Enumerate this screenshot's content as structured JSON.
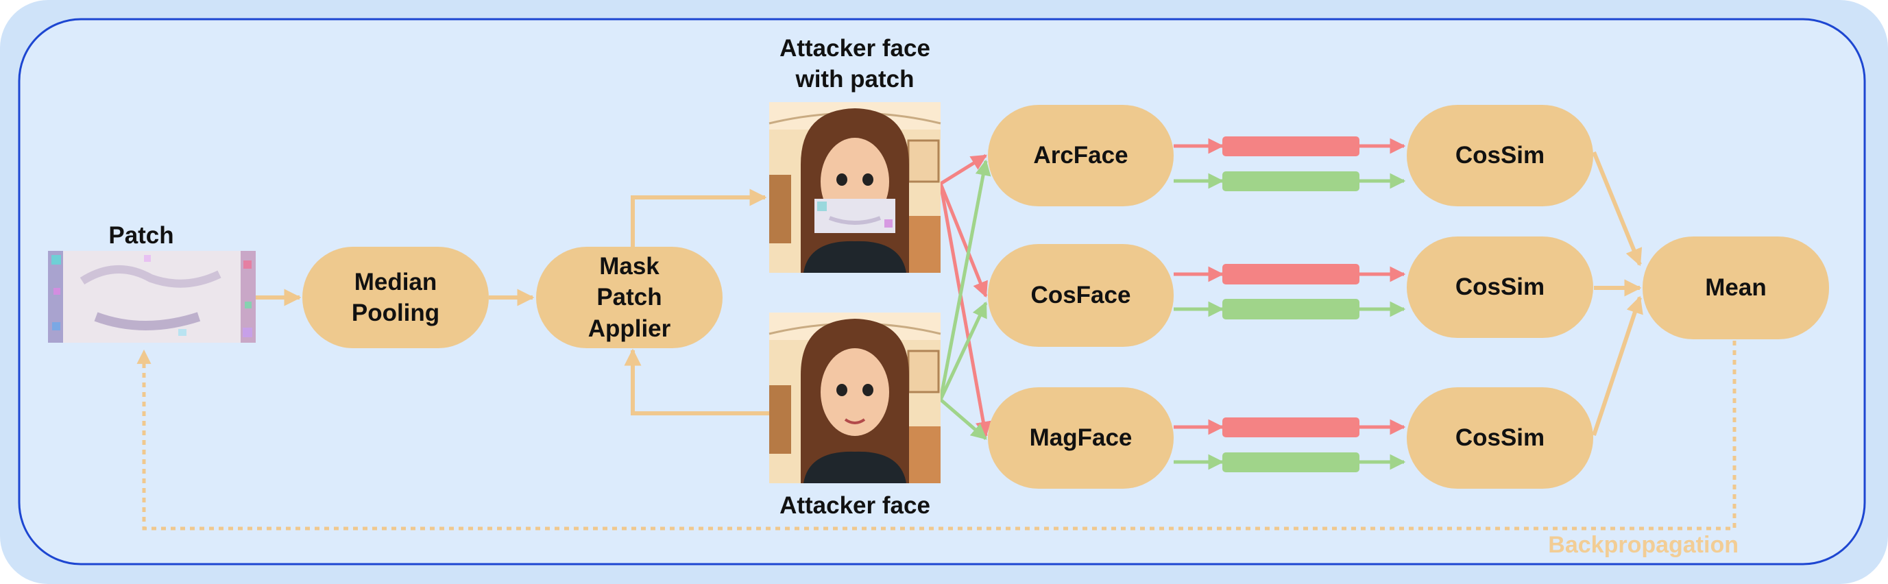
{
  "colors": {
    "outer_bg": "#cfe3f9",
    "inner_bg": "#dcebfc",
    "border": "#1d46d1",
    "node": "#eec98e",
    "flow_arrow": "#f0c88e",
    "red_arrow": "#f48384",
    "green_arrow": "#a0d48a",
    "backprop_text": "#f2cd95"
  },
  "labels": {
    "patch": "Patch",
    "attacker_with_patch": "Attacker face\nwith patch",
    "attacker_face": "Attacker face",
    "backpropagation": "Backpropagation"
  },
  "nodes": {
    "median_pooling": "Median\nPooling",
    "mask_applier": "Mask\nPatch\nApplier",
    "arcface": "ArcFace",
    "cosface": "CosFace",
    "magface": "MagFace",
    "cossim_1": "CosSim",
    "cossim_2": "CosSim",
    "cossim_3": "CosSim",
    "mean": "Mean"
  },
  "images": {
    "patch": "adversarial-patch-noise-image",
    "face_with_patch": "cartoon-face-with-patch-image",
    "face": "cartoon-face-image"
  }
}
